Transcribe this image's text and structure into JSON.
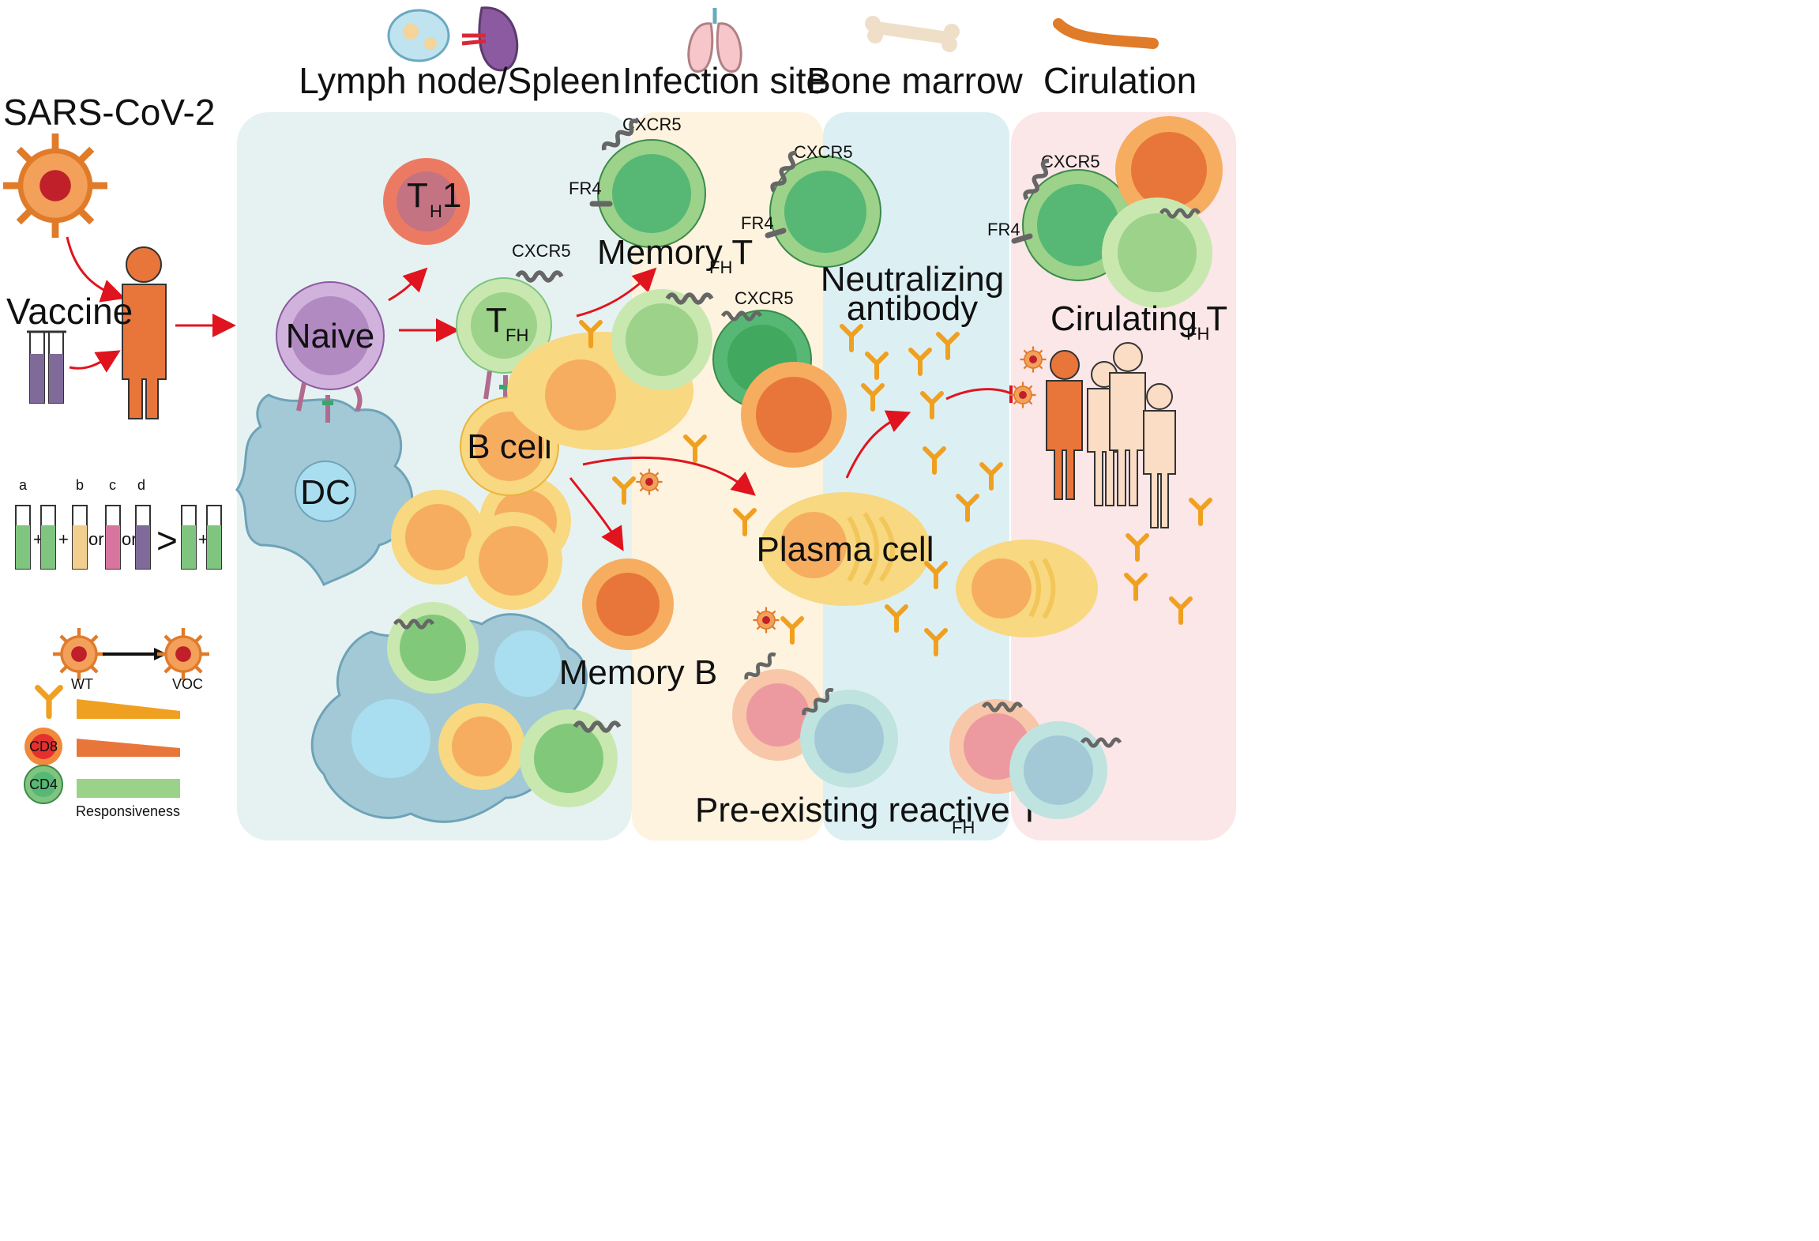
{
  "regions": {
    "lymph": "Lymph node/Spleen",
    "infection": "Infection site",
    "bone": "Bone marrow",
    "circulation": "Cirulation"
  },
  "left": {
    "virus_title": "SARS-CoV-2",
    "vaccine": "Vaccine",
    "syringe_letters": [
      "a",
      "b",
      "c",
      "d"
    ],
    "plus": "+",
    "or": "or",
    "gt": ">",
    "wt": "WT",
    "voc": "VOC",
    "cd8": "CD8",
    "cd4": "CD4",
    "responsiveness": "Responsiveness"
  },
  "cells": {
    "th1_main": "T",
    "th1_sub": "H",
    "th1_suffix": "1",
    "naive": "Naive",
    "dc": "DC",
    "tfh_main": "T",
    "tfh_sub": "FH",
    "bcell": "B cell",
    "plasma": "Plasma cell",
    "memory_b": "Memory B",
    "memory_tfh_main": "Memory T",
    "memory_tfh_sub": "FH",
    "neutralizing_line1": "Neutralizing",
    "neutralizing_line2": "antibody",
    "circ_tfh_main": "Cirulating T",
    "circ_tfh_sub": "FH",
    "preexisting_main": "Pre-existing reactive T",
    "preexisting_sub": "FH"
  },
  "receptors": {
    "cxcr5": "CXCR5",
    "fr4": "FR4"
  },
  "colors": {
    "lymph_bg": "#e6f2f1",
    "infection_bg": "#fdf3df",
    "bone_bg": "#dcefF4",
    "circ_bg": "#fbe6e8",
    "arrow": "#e0141e",
    "tfh_green": "#7fc47f",
    "antibody": "#f0a020"
  }
}
